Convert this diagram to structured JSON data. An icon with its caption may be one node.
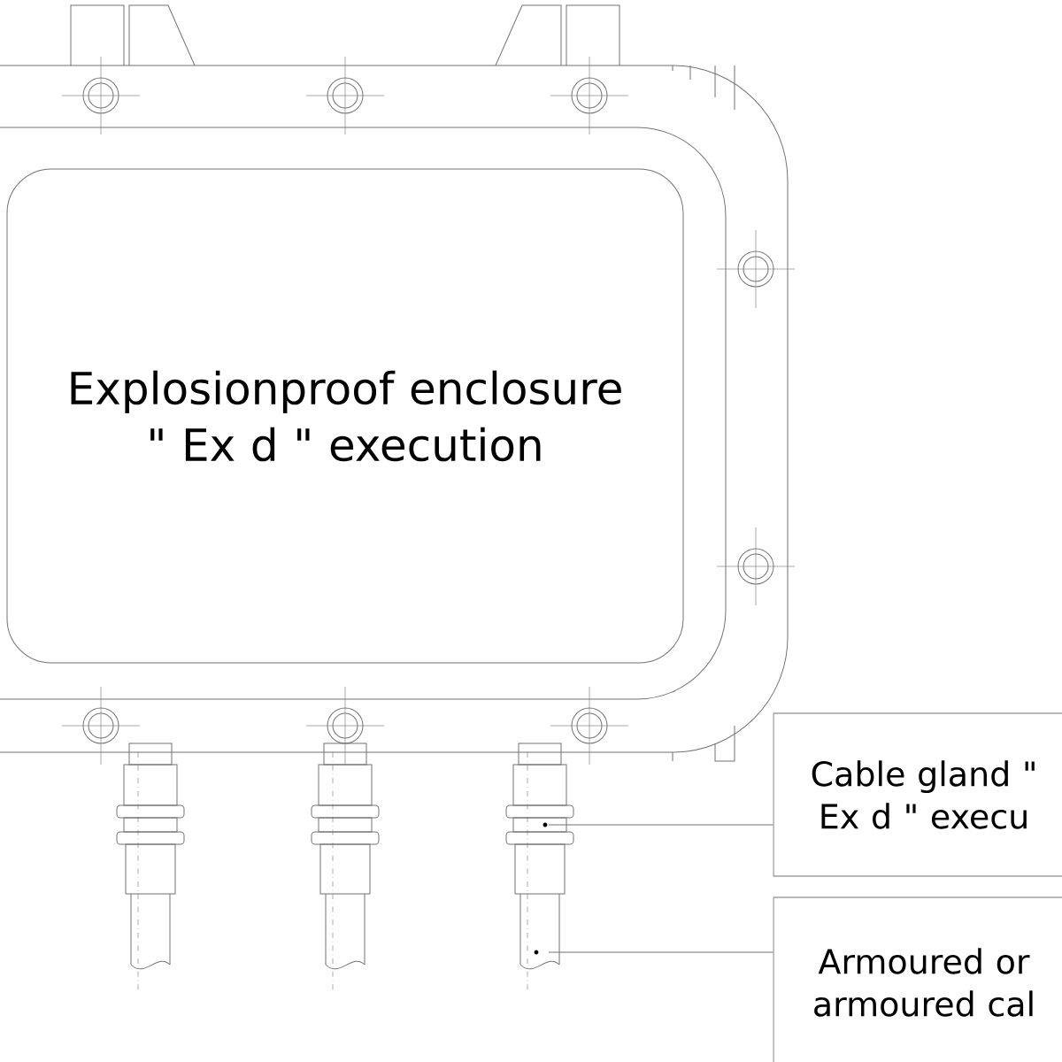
{
  "diagram": {
    "nodes": [
      {
        "text": [
          "Explosionproof enclosure \" Ex d \" execution"
        ]
      },
      {
        "text": [
          "Cable gland \" Ex d \" execu"
        ]
      },
      {
        "text": [
          "Armoured or armoured cal"
        ]
      },
      {
        "text": [],
        "shape": "picture"
      },
      {
        "text": [],
        "shape": "picture"
      }
    ],
    "edges": [
      {
        "from": 1,
        "to": 3,
        "arrow": "none"
      },
      {
        "from": 2,
        "to": 4,
        "arrow": "none"
      }
    ]
  }
}
